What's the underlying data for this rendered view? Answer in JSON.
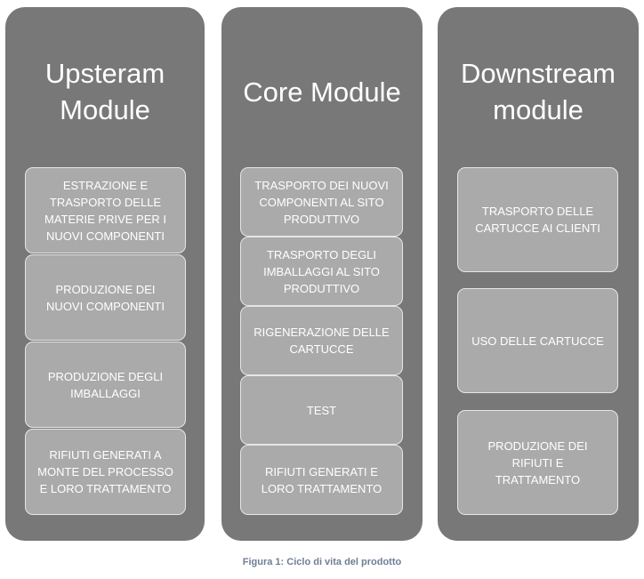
{
  "columns": [
    {
      "title": "Upsteram\nModule",
      "items": [
        "ESTRAZIONE E\nTRASPORTO DELLE\nMATERIE PRIVE PER I\nNUOVI COMPONENTI",
        "PRODUZIONE DEI\nNUOVI COMPONENTI",
        "PRODUZIONE DEGLI\nIMBALLAGGI",
        "RIFIUTI GENERATI A\nMONTE DEL PROCESSO\nE LORO TRATTAMENTO"
      ]
    },
    {
      "title": "Core Module",
      "items": [
        "TRASPORTO DEI NUOVI\nCOMPONENTI AL SITO\nPRODUTTIVO",
        "TRASPORTO DEGLI\nIMBALLAGGI AL SITO\nPRODUTTIVO",
        "RIGENERAZIONE DELLE\nCARTUCCE",
        "TEST",
        "RIFIUTI GENERATI E\nLORO TRATTAMENTO"
      ]
    },
    {
      "title": "Downstream\nmodule",
      "items": [
        "TRASPORTO DELLE\nCARTUCCE AI CLIENTI",
        "USO DELLE CARTUCCE",
        "PRODUZIONE DEI\nRIFIUTI E\nTRATTAMENTO"
      ]
    }
  ],
  "caption": "Figura 1: Ciclo di vita del prodotto",
  "colors": {
    "column_fill": "#787878",
    "box_fill": "#aaaaaa",
    "box_border": "#e6e6e6",
    "text": "#ffffff",
    "caption": "#6f7e95"
  }
}
